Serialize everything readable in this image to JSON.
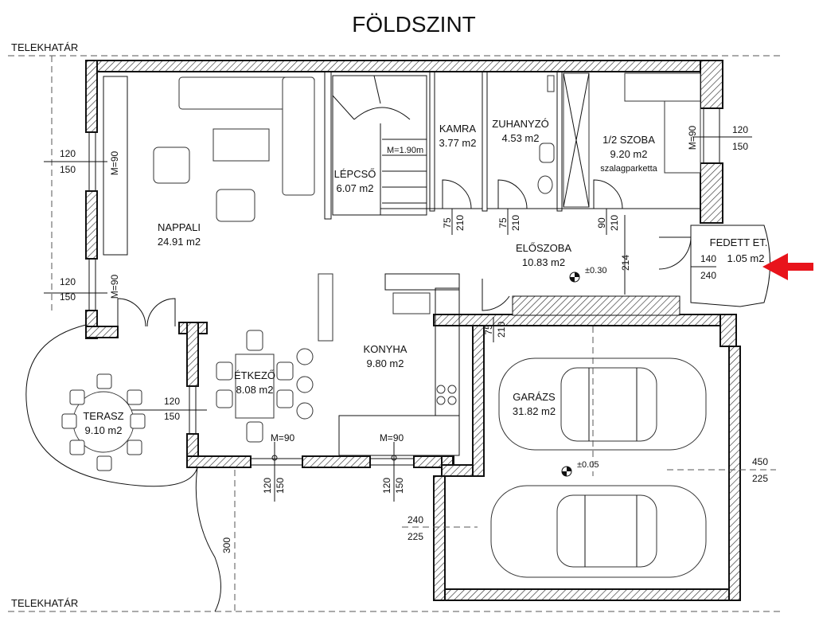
{
  "title": "FÖLDSZINT",
  "boundary_label": "TELEKHATÁR",
  "rooms": {
    "nappali": {
      "name": "NAPPALI",
      "area": "24.91 m2"
    },
    "lepcso": {
      "name": "LÉPCSŐ",
      "area": "6.07 m2"
    },
    "kamra": {
      "name": "KAMRA",
      "area": "3.77 m2"
    },
    "zuhanyzo": {
      "name": "ZUHANYZÓ",
      "area": "4.53 m2"
    },
    "szoba": {
      "name": "1/2 SZOBA",
      "area": "9.20 m2",
      "note": "szalagparketta"
    },
    "eloszoba": {
      "name": "ELŐSZOBA",
      "area": "10.83 m2"
    },
    "fedett": {
      "name": "FEDETT ET.",
      "area": "1.05 m2"
    },
    "konyha": {
      "name": "KONYHA",
      "area": "9.80 m2"
    },
    "etkezo": {
      "name": "ÉTKEZŐ",
      "area": "8.08 m2"
    },
    "terasz": {
      "name": "TERASZ",
      "area": "9.10 m2"
    },
    "garazs": {
      "name": "GARÁZS",
      "area": "31.82 m2"
    }
  },
  "stair_dim": "M=1.90m",
  "levels": {
    "eloszoba": "±0.30",
    "garazs": "±0.05"
  },
  "dims": {
    "win_w120": "120",
    "win_h150": "150",
    "m90": "M=90",
    "d75": "75",
    "d210": "210",
    "d90": "90",
    "d214": "214",
    "d140": "140",
    "d240": "240",
    "d450": "450",
    "d225": "225",
    "d300": "300"
  },
  "colors": {
    "arrow": "#e8141b",
    "wall_line": "#111111"
  }
}
